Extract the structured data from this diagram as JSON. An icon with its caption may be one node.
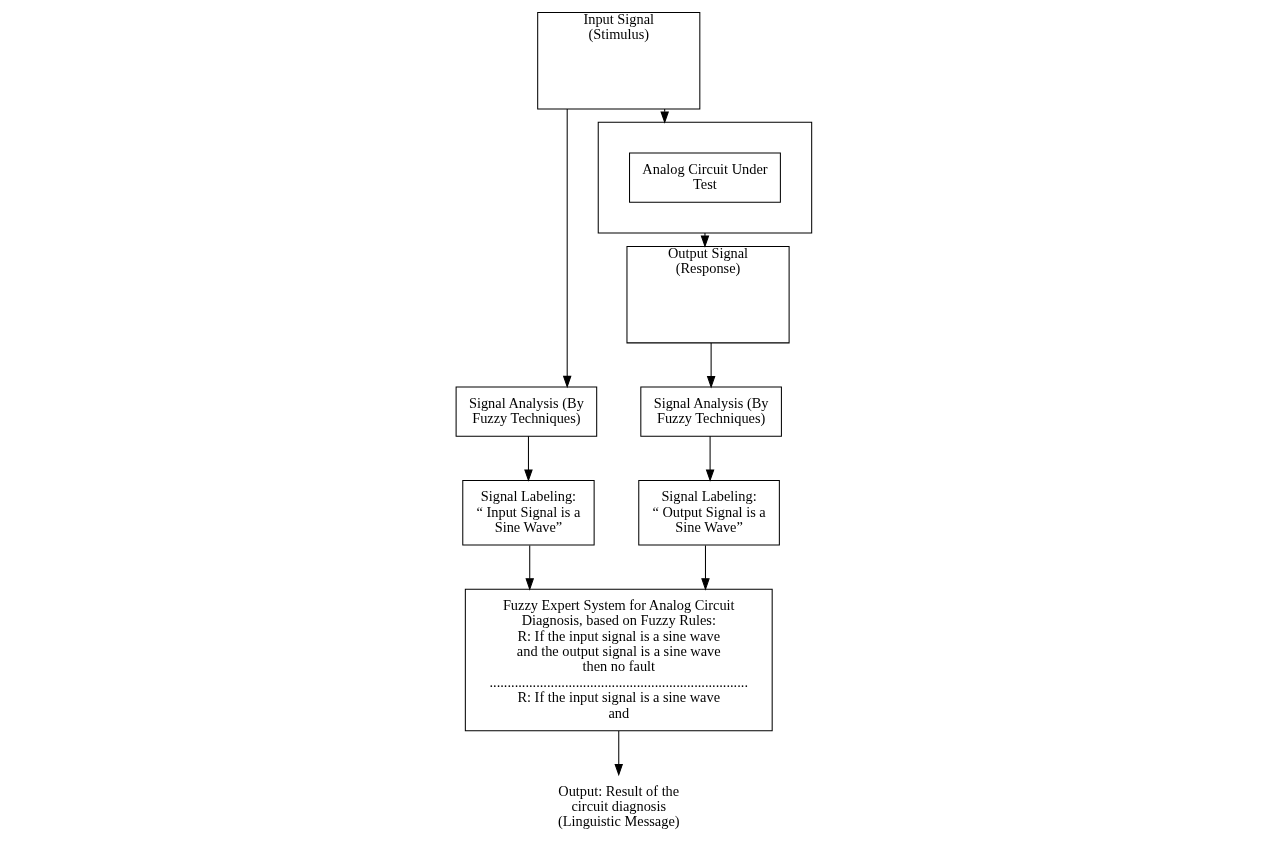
{
  "diagram": {
    "nodes": [
      {
        "text": [
          "Input Signal (Stimulus)"
        ]
      },
      {
        "text": [],
        "shape": "box"
      },
      {
        "text": [
          "Analog Circuit Under Test"
        ],
        "in": 1
      },
      {
        "text": [
          "Output Signal (Response)"
        ]
      },
      {
        "text": [
          "Signal Analysis (By Fuzzy Techniques)"
        ]
      },
      {
        "text": [
          "Signal Analysis (By Fuzzy Techniques)"
        ]
      },
      {
        "text": [
          "Signal Labeling:",
          "“ Input Signal is a Sine Wave”"
        ]
      },
      {
        "text": [
          "Signal Labeling:",
          "“ Output Signal is a Sine Wave”"
        ]
      },
      {
        "text": [
          "Fuzzy Expert System for Analog Circuit Diagnosis, based on Fuzzy Rules:",
          "R: If the input signal is a sine wave and the output signal is a sine wave then no fault",
          "........................................................................",
          "R: If the input signal is a sine wave and"
        ]
      },
      {
        "text": [
          "Output: Result of the circuit diagnosis (Linguistic Message)"
        ]
      }
    ],
    "edges": [
      {
        "from": 0,
        "to": 1,
        "arrow": "to"
      },
      {
        "from": 0,
        "to": 5,
        "arrow": "to"
      },
      {
        "from": 1,
        "to": 3,
        "arrow": "to"
      },
      {
        "from": 3,
        "to": 4,
        "arrow": "to"
      },
      {
        "from": 4,
        "to": 7,
        "arrow": "to"
      },
      {
        "from": 5,
        "to": 6,
        "arrow": "to"
      },
      {
        "from": 6,
        "to": 8,
        "arrow": "to"
      },
      {
        "from": 7,
        "to": 8,
        "arrow": "to"
      },
      {
        "from": 8,
        "to": 9,
        "arrow": "to"
      }
    ]
  }
}
